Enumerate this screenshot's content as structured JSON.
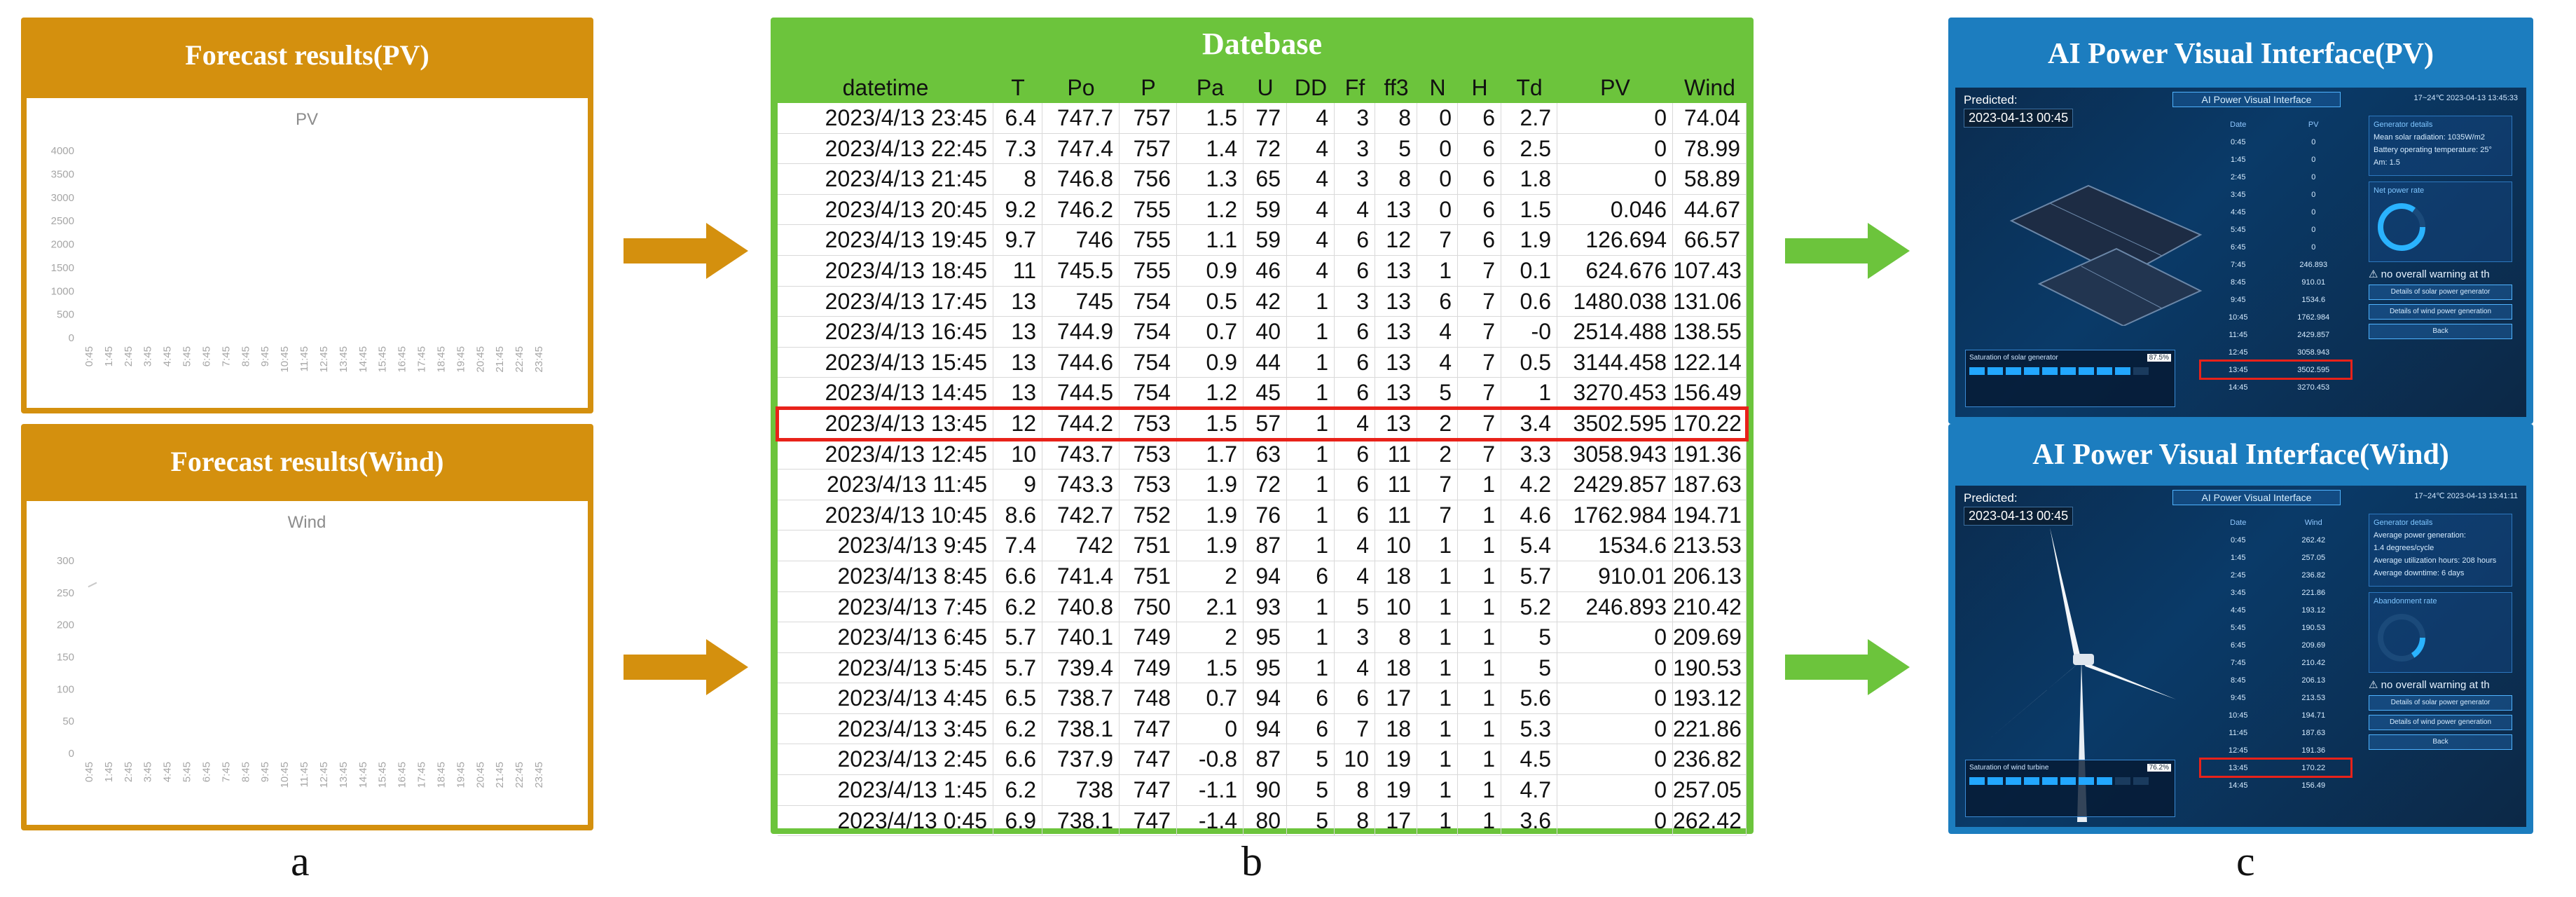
{
  "panel_a": {
    "pv_title": "Forecast results(PV)",
    "wind_title": "Forecast results(Wind)",
    "letter": "a"
  },
  "panel_b": {
    "title": "Datebase",
    "columns": [
      "datetime",
      "T",
      "Po",
      "P",
      "Pa",
      "U",
      "DD",
      "Ff",
      "ff3",
      "N",
      "H",
      "Td",
      "PV",
      "Wind"
    ],
    "rows": [
      [
        "2023/4/13 23:45",
        "6.4",
        "747.7",
        "757",
        "1.5",
        "77",
        "4",
        "3",
        "8",
        "0",
        "6",
        "2.7",
        "0",
        "74.04"
      ],
      [
        "2023/4/13 22:45",
        "7.3",
        "747.4",
        "757",
        "1.4",
        "72",
        "4",
        "3",
        "5",
        "0",
        "6",
        "2.5",
        "0",
        "78.99"
      ],
      [
        "2023/4/13 21:45",
        "8",
        "746.8",
        "756",
        "1.3",
        "65",
        "4",
        "3",
        "8",
        "0",
        "6",
        "1.8",
        "0",
        "58.89"
      ],
      [
        "2023/4/13 20:45",
        "9.2",
        "746.2",
        "755",
        "1.2",
        "59",
        "4",
        "4",
        "13",
        "0",
        "6",
        "1.5",
        "0.046",
        "44.67"
      ],
      [
        "2023/4/13 19:45",
        "9.7",
        "746",
        "755",
        "1.1",
        "59",
        "4",
        "6",
        "12",
        "7",
        "6",
        "1.9",
        "126.694",
        "66.57"
      ],
      [
        "2023/4/13 18:45",
        "11",
        "745.5",
        "755",
        "0.9",
        "46",
        "4",
        "6",
        "13",
        "1",
        "7",
        "0.1",
        "624.676",
        "107.43"
      ],
      [
        "2023/4/13 17:45",
        "13",
        "745",
        "754",
        "0.5",
        "42",
        "1",
        "3",
        "13",
        "6",
        "7",
        "0.6",
        "1480.038",
        "131.06"
      ],
      [
        "2023/4/13 16:45",
        "13",
        "744.9",
        "754",
        "0.7",
        "40",
        "1",
        "6",
        "13",
        "4",
        "7",
        "-0",
        "2514.488",
        "138.55"
      ],
      [
        "2023/4/13 15:45",
        "13",
        "744.6",
        "754",
        "0.9",
        "44",
        "1",
        "6",
        "13",
        "4",
        "7",
        "0.5",
        "3144.458",
        "122.14"
      ],
      [
        "2023/4/13 14:45",
        "13",
        "744.5",
        "754",
        "1.2",
        "45",
        "1",
        "6",
        "13",
        "5",
        "7",
        "1",
        "3270.453",
        "156.49"
      ],
      [
        "2023/4/13 13:45",
        "12",
        "744.2",
        "753",
        "1.5",
        "57",
        "1",
        "4",
        "13",
        "2",
        "7",
        "3.4",
        "3502.595",
        "170.22"
      ],
      [
        "2023/4/13 12:45",
        "10",
        "743.7",
        "753",
        "1.7",
        "63",
        "1",
        "6",
        "11",
        "2",
        "7",
        "3.3",
        "3058.943",
        "191.36"
      ],
      [
        "2023/4/13 11:45",
        "9",
        "743.3",
        "753",
        "1.9",
        "72",
        "1",
        "6",
        "11",
        "7",
        "1",
        "4.2",
        "2429.857",
        "187.63"
      ],
      [
        "2023/4/13 10:45",
        "8.6",
        "742.7",
        "752",
        "1.9",
        "76",
        "1",
        "6",
        "11",
        "7",
        "1",
        "4.6",
        "1762.984",
        "194.71"
      ],
      [
        "2023/4/13 9:45",
        "7.4",
        "742",
        "751",
        "1.9",
        "87",
        "1",
        "4",
        "10",
        "1",
        "1",
        "5.4",
        "1534.6",
        "213.53"
      ],
      [
        "2023/4/13 8:45",
        "6.6",
        "741.4",
        "751",
        "2",
        "94",
        "6",
        "4",
        "18",
        "1",
        "1",
        "5.7",
        "910.01",
        "206.13"
      ],
      [
        "2023/4/13 7:45",
        "6.2",
        "740.8",
        "750",
        "2.1",
        "93",
        "1",
        "5",
        "10",
        "1",
        "1",
        "5.2",
        "246.893",
        "210.42"
      ],
      [
        "2023/4/13 6:45",
        "5.7",
        "740.1",
        "749",
        "2",
        "95",
        "1",
        "3",
        "8",
        "1",
        "1",
        "5",
        "0",
        "209.69"
      ],
      [
        "2023/4/13 5:45",
        "5.7",
        "739.4",
        "749",
        "1.5",
        "95",
        "1",
        "4",
        "18",
        "1",
        "1",
        "5",
        "0",
        "190.53"
      ],
      [
        "2023/4/13 4:45",
        "6.5",
        "738.7",
        "748",
        "0.7",
        "94",
        "6",
        "6",
        "17",
        "1",
        "1",
        "5.6",
        "0",
        "193.12"
      ],
      [
        "2023/4/13 3:45",
        "6.2",
        "738.1",
        "747",
        "0",
        "94",
        "6",
        "7",
        "18",
        "1",
        "1",
        "5.3",
        "0",
        "221.86"
      ],
      [
        "2023/4/13 2:45",
        "6.6",
        "737.9",
        "747",
        "-0.8",
        "87",
        "5",
        "10",
        "19",
        "1",
        "1",
        "4.5",
        "0",
        "236.82"
      ],
      [
        "2023/4/13 1:45",
        "6.2",
        "738",
        "747",
        "-1.1",
        "90",
        "5",
        "8",
        "19",
        "1",
        "1",
        "4.7",
        "0",
        "257.05"
      ],
      [
        "2023/4/13 0:45",
        "6.9",
        "738.1",
        "747",
        "-1.4",
        "80",
        "5",
        "8",
        "17",
        "1",
        "1",
        "3.6",
        "0",
        "262.42"
      ]
    ],
    "highlight_row_index": 10,
    "letter": "b"
  },
  "panel_c": {
    "pv": {
      "title": "AI Power Visual Interface(PV)",
      "predicted_label": "Predicted:",
      "date": "2023-04-13 00:45",
      "header": "AI Power Visual Interface",
      "top_info": "17~24℃   2023-04-13 13:45:33",
      "table_head": [
        "Date",
        "PV"
      ],
      "table_rows": [
        [
          "0:45",
          "0"
        ],
        [
          "1:45",
          "0"
        ],
        [
          "2:45",
          "0"
        ],
        [
          "3:45",
          "0"
        ],
        [
          "4:45",
          "0"
        ],
        [
          "5:45",
          "0"
        ],
        [
          "6:45",
          "0"
        ],
        [
          "7:45",
          "246.893"
        ],
        [
          "8:45",
          "910.01"
        ],
        [
          "9:45",
          "1534.6"
        ],
        [
          "10:45",
          "1762.984"
        ],
        [
          "11:45",
          "2429.857"
        ],
        [
          "12:45",
          "3058.943"
        ],
        [
          "13:45",
          "3502.595"
        ],
        [
          "14:45",
          "3270.453"
        ]
      ],
      "highlight_index": 13,
      "details_title": "Generator details",
      "details": [
        "Mean solar radiation: 1035W/m2",
        "Battery operating temperature: 25°",
        "Am: 1.5"
      ],
      "ratio_title": "Net power rate",
      "warning": "no overall warning at th",
      "btn1": "Details of solar power generator",
      "btn2": "Details of wind power generation",
      "btn3": "Back",
      "sat_label": "Saturation of solar generator",
      "sat_value": "87.5%"
    },
    "wind": {
      "title": "AI Power Visual Interface(Wind)",
      "predicted_label": "Predicted:",
      "date": "2023-04-13 00:45",
      "header": "AI Power Visual Interface",
      "top_info": "17~24℃   2023-04-13 13:41:11",
      "table_head": [
        "Date",
        "Wind"
      ],
      "table_rows": [
        [
          "0:45",
          "262.42"
        ],
        [
          "1:45",
          "257.05"
        ],
        [
          "2:45",
          "236.82"
        ],
        [
          "3:45",
          "221.86"
        ],
        [
          "4:45",
          "193.12"
        ],
        [
          "5:45",
          "190.53"
        ],
        [
          "6:45",
          "209.69"
        ],
        [
          "7:45",
          "210.42"
        ],
        [
          "8:45",
          "206.13"
        ],
        [
          "9:45",
          "213.53"
        ],
        [
          "10:45",
          "194.71"
        ],
        [
          "11:45",
          "187.63"
        ],
        [
          "12:45",
          "191.36"
        ],
        [
          "13:45",
          "170.22"
        ],
        [
          "14:45",
          "156.49"
        ]
      ],
      "highlight_index": 13,
      "details_title": "Generator details",
      "details": [
        "Average power generation:",
        "1.4 degrees/cycle",
        "Average utilization hours: 208 hours",
        "Average downtime: 6 days"
      ],
      "ratio_title": "Abandonment rate",
      "warning": "no overall warning at th",
      "btn1": "Details of solar power generator",
      "btn2": "Details of wind power generation",
      "btn3": "Back",
      "sat_label": "Saturation of wind turbine",
      "sat_value": "76.2%"
    },
    "letter": "c"
  },
  "chart_data": [
    {
      "type": "line",
      "title": "PV",
      "x": [
        "0:45",
        "1:45",
        "2:45",
        "3:45",
        "4:45",
        "5:45",
        "6:45",
        "7:45",
        "8:45",
        "9:45",
        "10:45",
        "11:45",
        "12:45",
        "13:45",
        "14:45",
        "15:45",
        "16:45",
        "17:45",
        "18:45",
        "19:45",
        "20:45",
        "21:45",
        "22:45",
        "23:45"
      ],
      "series": [],
      "yticks": [
        "0",
        "500",
        "1000",
        "1500",
        "2000",
        "2500",
        "3000",
        "3500",
        "4000"
      ],
      "ylim": [
        0,
        4000
      ],
      "grid": false
    },
    {
      "type": "line",
      "title": "Wind",
      "x": [
        "0:45",
        "1:45",
        "2:45",
        "3:45",
        "4:45",
        "5:45",
        "6:45",
        "7:45",
        "8:45",
        "9:45",
        "10:45",
        "11:45",
        "12:45",
        "13:45",
        "14:45",
        "15:45",
        "16:45",
        "17:45",
        "18:45",
        "19:45",
        "20:45",
        "21:45",
        "22:45",
        "23:45"
      ],
      "series": [
        {
          "values": [
            262.42
          ]
        }
      ],
      "yticks": [
        "0",
        "50",
        "100",
        "150",
        "200",
        "250",
        "300"
      ],
      "ylim": [
        0,
        300
      ],
      "grid": false
    }
  ]
}
